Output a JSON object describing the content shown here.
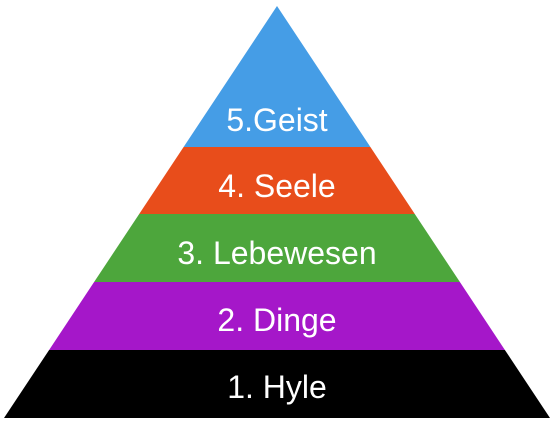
{
  "pyramid": {
    "layers": [
      {
        "label": "5.Geist",
        "color": "#459de6"
      },
      {
        "label": "4. Seele",
        "color": "#e84d1b"
      },
      {
        "label": "3. Lebewesen",
        "color": "#4da63c"
      },
      {
        "label": "2. Dinge",
        "color": "#a517c9"
      },
      {
        "label": "1. Hyle",
        "color": "#000000"
      }
    ]
  }
}
